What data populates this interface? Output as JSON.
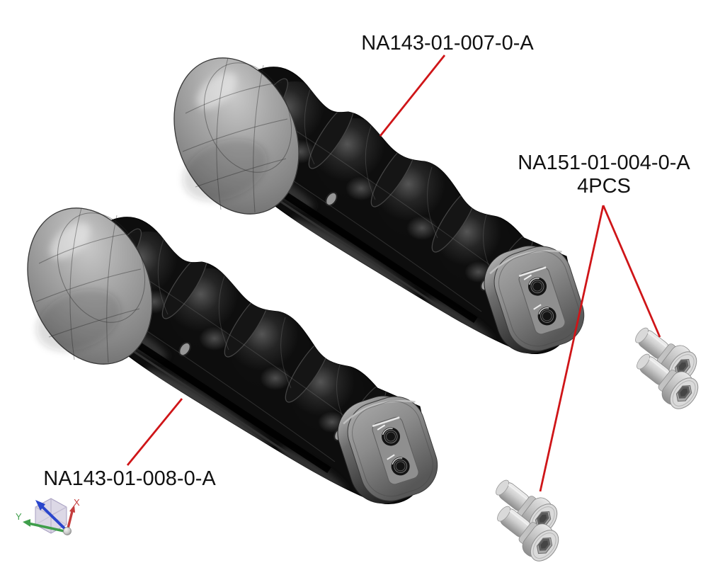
{
  "scene": {
    "background_color": "#ffffff",
    "view": "3D CAD assembly annotation view"
  },
  "labels": {
    "grip_top_part_number": "NA143-01-007-0-A",
    "grip_bottom_part_number": "NA143-01-008-0-A",
    "screws_part_number": "NA151-01-004-0-A",
    "screws_quantity": "4PCS"
  },
  "leader_lines": {
    "color": "#cf1518",
    "connections": [
      {
        "from": "grip-top-label",
        "to": "grip-top"
      },
      {
        "from": "grip-bottom-label",
        "to": "grip-bottom"
      },
      {
        "from": "screws-label",
        "to": "screw-pair-right"
      },
      {
        "from": "screws-label",
        "to": "screw-pair-bottom"
      }
    ]
  },
  "triad": {
    "x_label": "X",
    "y_label": "Y",
    "x_color": "#c43c3c",
    "y_color": "#3f9e4b",
    "z_color": "#2a46cc"
  },
  "materials": {
    "grip_body": "#0d0d0d",
    "grip_flange": "#9a9a9a",
    "end_cap": "#8b8b8b",
    "screw": "#c9c9c9",
    "label_text": "#111111"
  }
}
